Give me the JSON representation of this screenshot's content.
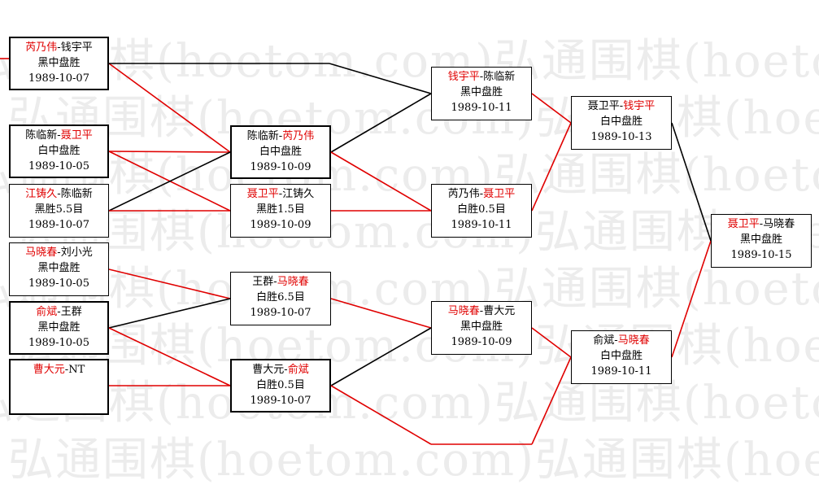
{
  "watermark": "弘通围棋(hoetom.com)",
  "colors": {
    "winner": "#e00000",
    "line_win": "#e00000",
    "line_lose": "#000000"
  },
  "matches": {
    "r1a": {
      "p1": "芮乃伟",
      "sep": "-",
      "p2": "钱宇平",
      "result": "黑中盘胜",
      "date": "1989-10-07",
      "winner": "p1"
    },
    "r1b": {
      "p1": "陈临新",
      "sep": "-",
      "p2": "聂卫平",
      "result": "白中盘胜",
      "date": "1989-10-05",
      "winner": "p2"
    },
    "r1c": {
      "p1": "江铸久",
      "sep": "-",
      "p2": "陈临新",
      "result": "黑胜5.5目",
      "date": "1989-10-07",
      "winner": "p1"
    },
    "r1d": {
      "p1": "马晓春",
      "sep": "-",
      "p2": "刘小光",
      "result": "黑中盘胜",
      "date": "1989-10-05",
      "winner": "p1"
    },
    "r1e": {
      "p1": "俞斌",
      "sep": "-",
      "p2": "王群",
      "result": "黑中盘胜",
      "date": "1989-10-05",
      "winner": "p1"
    },
    "r1f": {
      "p1": "曹大元",
      "sep": "-",
      "p2": "NT",
      "result": "",
      "date": "",
      "winner": "p1"
    },
    "r2a": {
      "p1": "陈临新",
      "sep": "-",
      "p2": "芮乃伟",
      "result": "白中盘胜",
      "date": "1989-10-09",
      "winner": "p2"
    },
    "r2b": {
      "p1": "聂卫平",
      "sep": "-",
      "p2": "江铸久",
      "result": "黑胜1.5目",
      "date": "1989-10-09",
      "winner": "p1"
    },
    "r2c": {
      "p1": "王群",
      "sep": "-",
      "p2": "马晓春",
      "result": "白胜6.5目",
      "date": "1989-10-07",
      "winner": "p2"
    },
    "r2d": {
      "p1": "曹大元",
      "sep": "-",
      "p2": "俞斌",
      "result": "白胜0.5目",
      "date": "1989-10-07",
      "winner": "p2"
    },
    "r3a": {
      "p1": "钱宇平",
      "sep": "-",
      "p2": "陈临新",
      "result": "黑中盘胜",
      "date": "1989-10-11",
      "winner": "p1"
    },
    "r3b": {
      "p1": "芮乃伟",
      "sep": "-",
      "p2": "聂卫平",
      "result": "白胜0.5目",
      "date": "1989-10-11",
      "winner": "p2"
    },
    "r3c": {
      "p1": "马晓春",
      "sep": "-",
      "p2": "曹大元",
      "result": "黑中盘胜",
      "date": "1989-10-09",
      "winner": "p1"
    },
    "r4a": {
      "p1": "聂卫平",
      "sep": "-",
      "p2": "钱宇平",
      "result": "白中盘胜",
      "date": "1989-10-13",
      "winner": "p2"
    },
    "r4b": {
      "p1": "俞斌",
      "sep": "-",
      "p2": "马晓春",
      "result": "白中盘胜",
      "date": "1989-10-11",
      "winner": "p2"
    },
    "final": {
      "p1": "聂卫平",
      "sep": "-",
      "p2": "马晓春",
      "result": "黑中盘胜",
      "date": "1989-10-15",
      "winner": "p1"
    }
  }
}
